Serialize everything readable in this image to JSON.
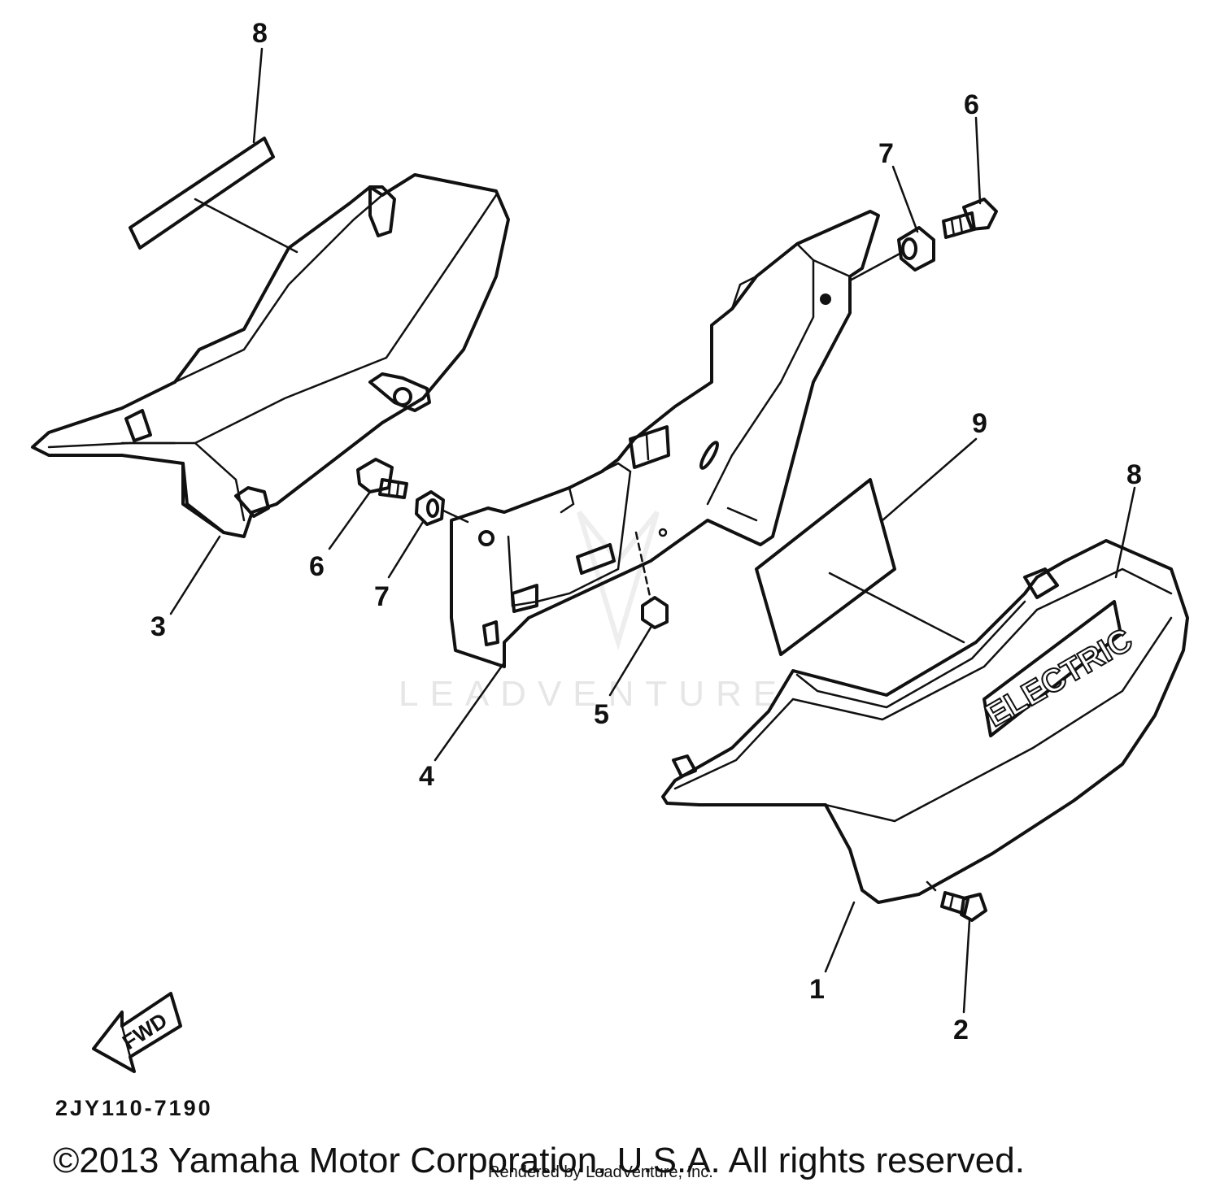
{
  "diagram": {
    "callouts": {
      "c8_top": "8",
      "c6_right": "6",
      "c7_right": "7",
      "c9": "9",
      "c8_right": "8",
      "c6_left": "6",
      "c7_left": "7",
      "c3": "3",
      "c5": "5",
      "c4": "4",
      "c1": "1",
      "c2": "2"
    },
    "decal_text": "ELECTRIC",
    "fwd_label": "FWD",
    "watermark": "LEADVENTURE",
    "part_code": "2JY110-7190",
    "copyright": "©2013 Yamaha Motor Corporation, U.S.A. All rights reserved.",
    "rendered_by": "Rendered by LeadVenture, Inc."
  }
}
